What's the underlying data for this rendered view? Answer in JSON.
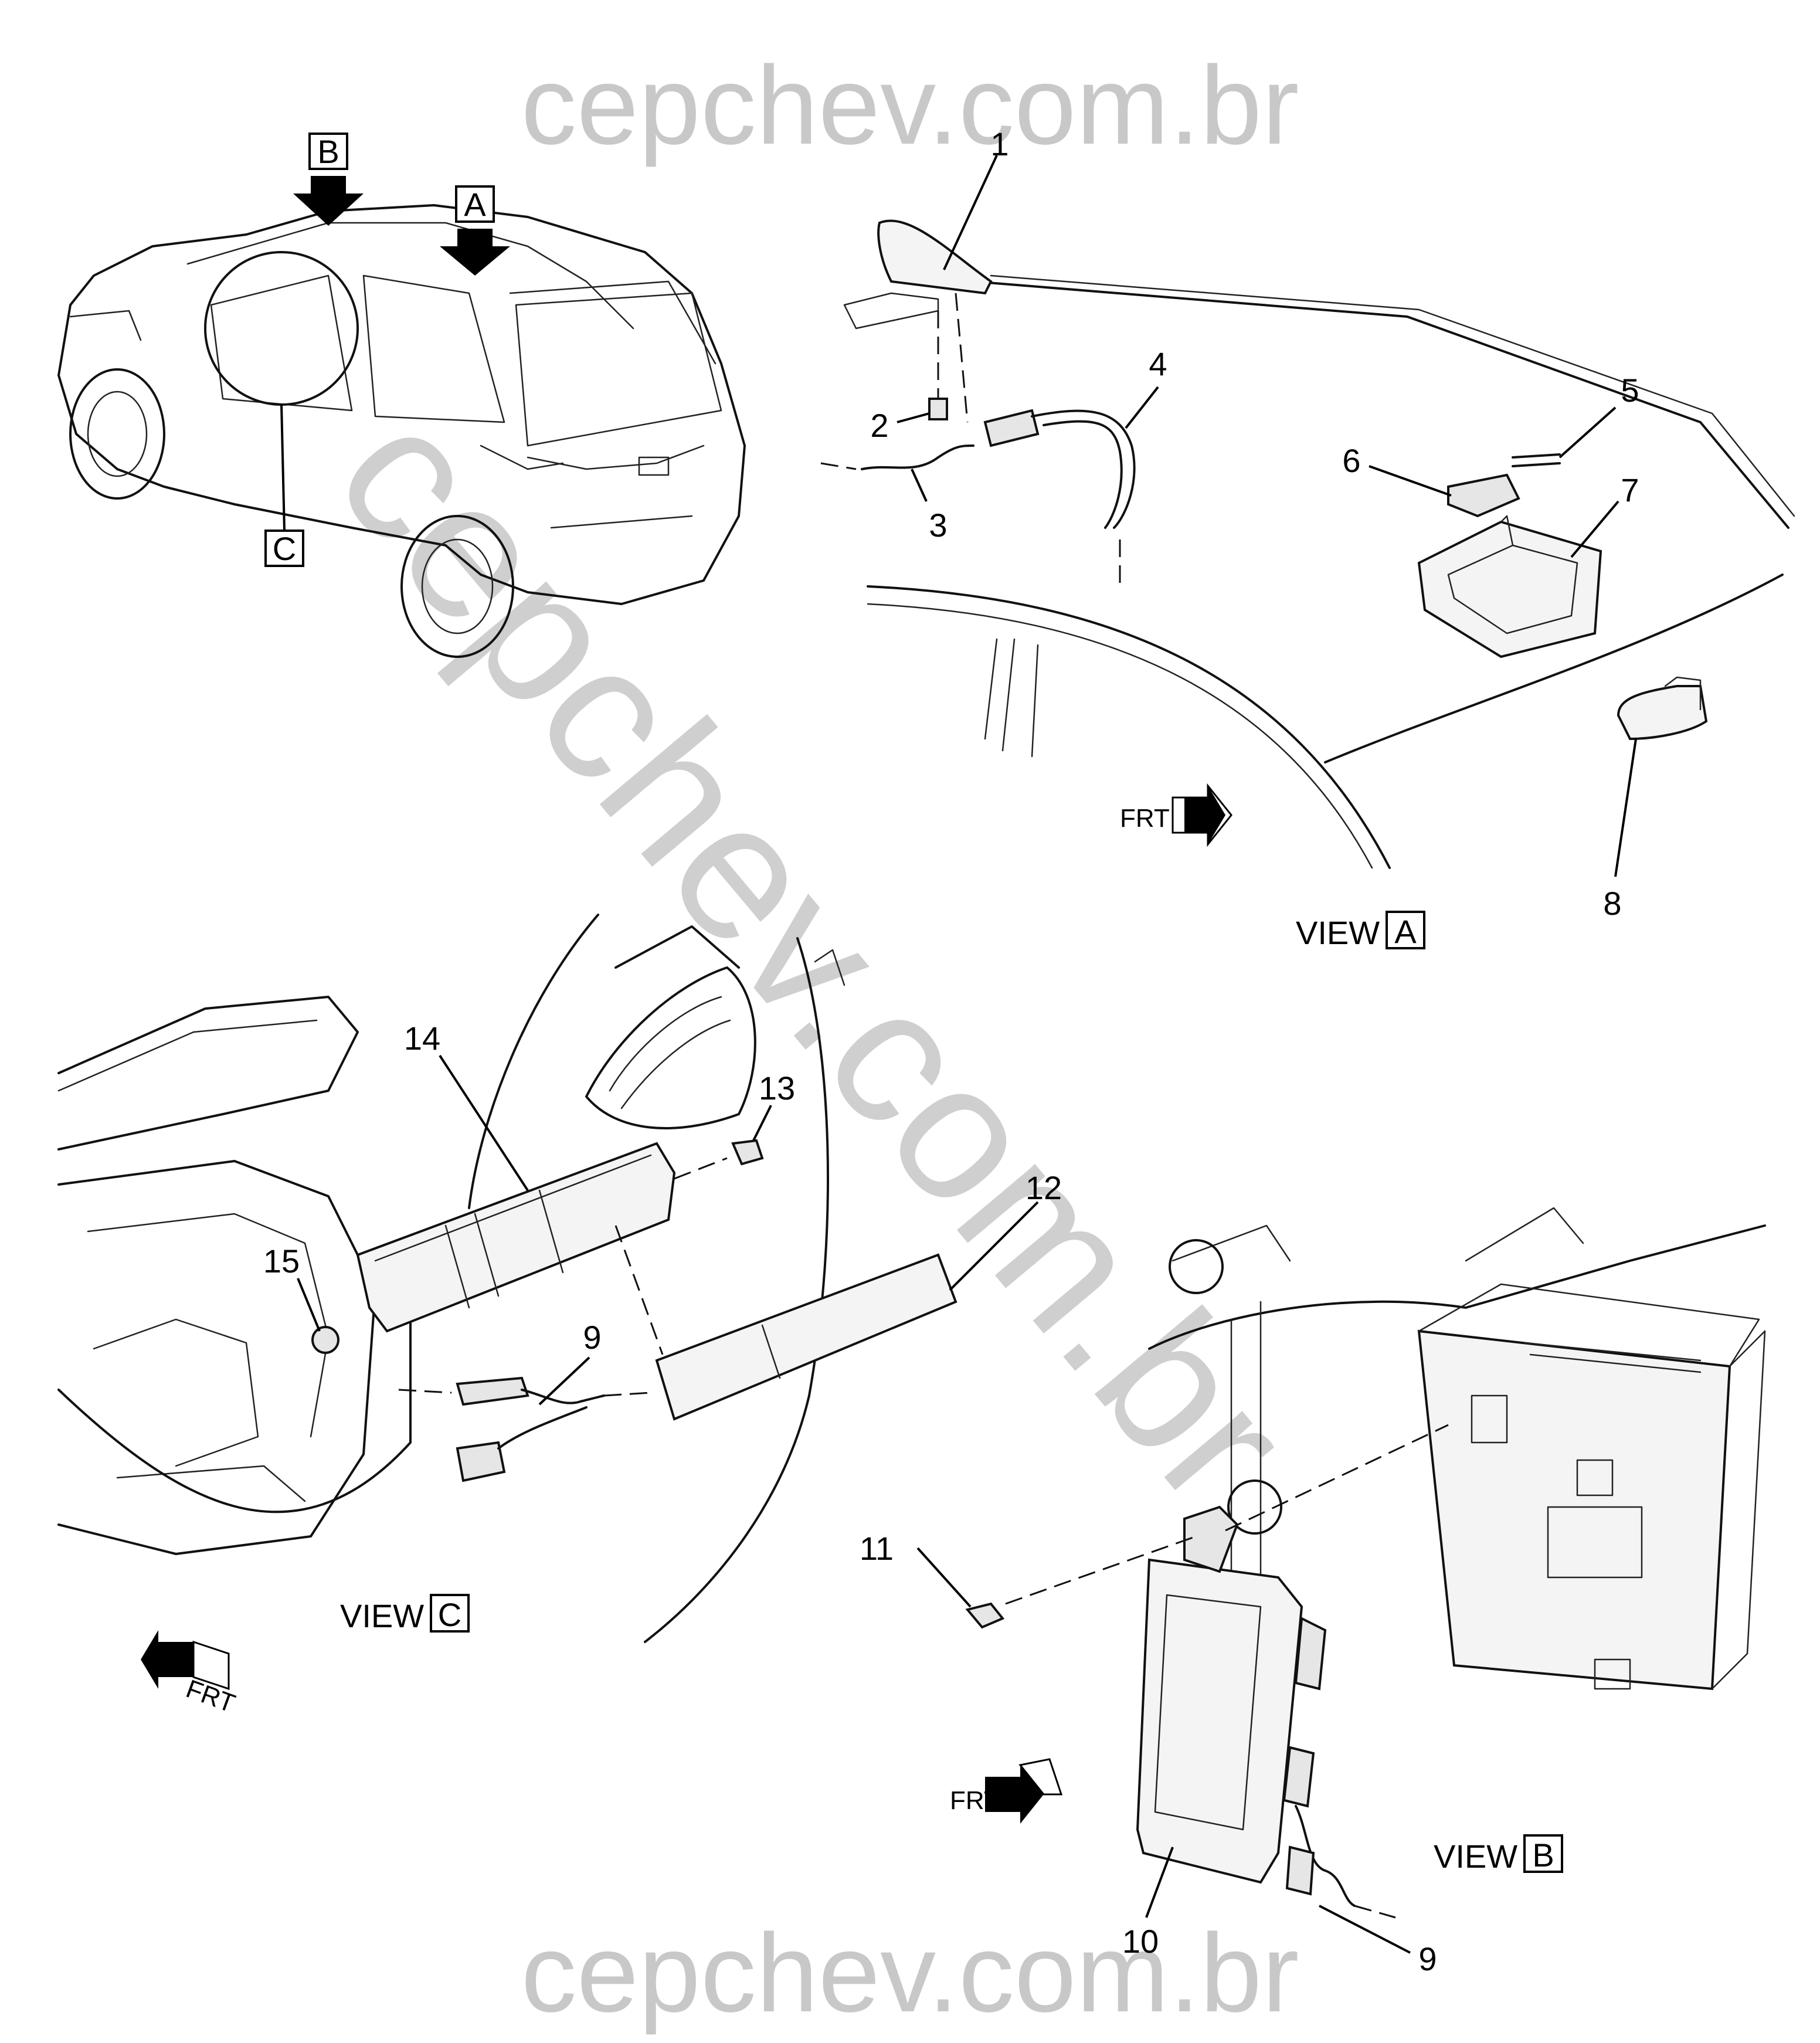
{
  "watermark": {
    "top": "cepchev.com.br",
    "bottom": "cepchev.com.br",
    "diagonal": "cepchev.com.br"
  },
  "view_markers": [
    {
      "letter": "B"
    },
    {
      "letter": "A"
    },
    {
      "letter": "C"
    }
  ],
  "view_labels": [
    {
      "prefix": "VIEW",
      "letter": "A"
    },
    {
      "prefix": "VIEW",
      "letter": "C"
    },
    {
      "prefix": "VIEW",
      "letter": "B"
    }
  ],
  "frt_label": "FRT",
  "callouts": [
    "1",
    "2",
    "3",
    "4",
    "5",
    "6",
    "7",
    "8",
    "14",
    "13",
    "12",
    "15",
    "9",
    "11",
    "10",
    "9"
  ]
}
